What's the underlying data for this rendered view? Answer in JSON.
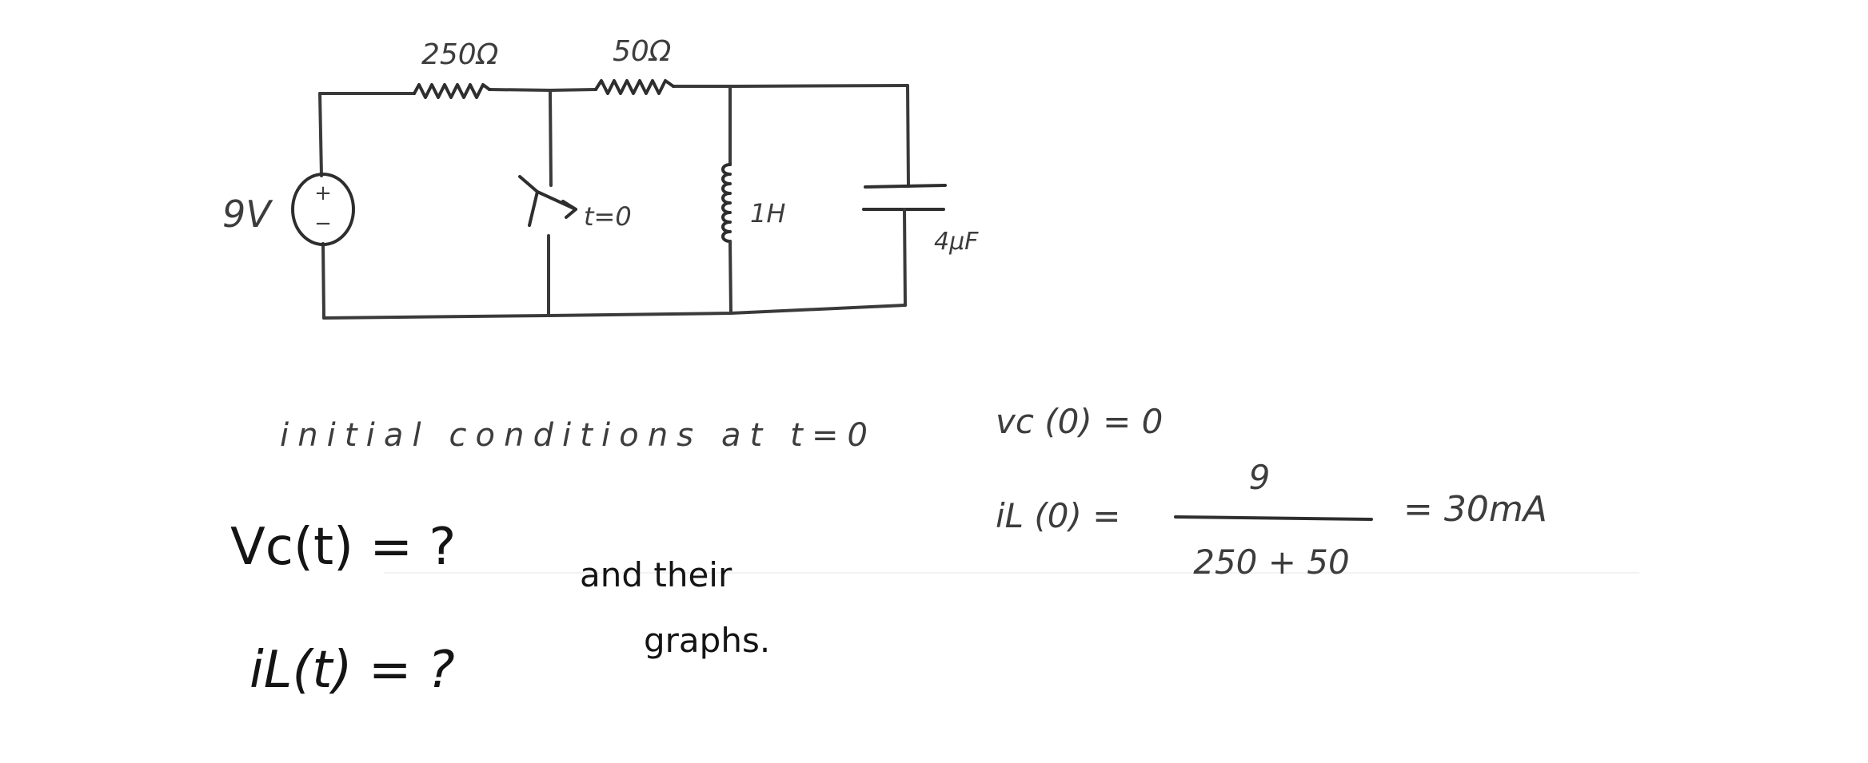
{
  "circuit": {
    "source_label": "9V",
    "source_plus": "+",
    "source_minus": "−",
    "r1_label": "250Ω",
    "r2_label": "50Ω",
    "switch_label": "t=0",
    "inductor_label": "1H",
    "capacitor_label": "4μF"
  },
  "notes": {
    "initial_conditions": "initial conditions at t=0",
    "vc_initial": "vc (0) = 0",
    "il_initial_lhs": "iL (0) =",
    "il_numerator": "9",
    "il_denominator": "250 + 50",
    "il_result": "= 30mA"
  },
  "question": {
    "vc_question": "Vc(t) = ?",
    "il_question": "iL(t) = ?",
    "and_their": "and their",
    "graphs": "graphs."
  }
}
